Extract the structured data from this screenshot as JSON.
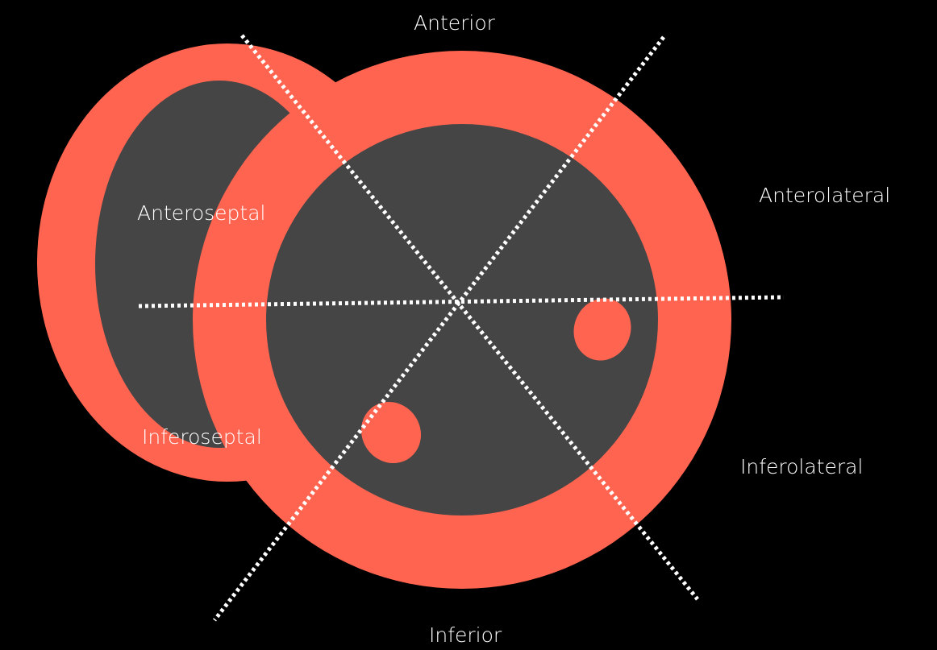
{
  "colors": {
    "background": "#000000",
    "myocardium": "#ff6450",
    "cavity": "#454545",
    "divider_lines": "#ffffff",
    "label_text": "#ffffff"
  },
  "labels": {
    "anterior": "Anterior",
    "anterolateral": "Anterolateral",
    "anteroseptal": "Anteroseptal",
    "inferoseptal": "Inferoseptal",
    "inferolateral": "Inferolateral",
    "inferior": "Inferior"
  }
}
